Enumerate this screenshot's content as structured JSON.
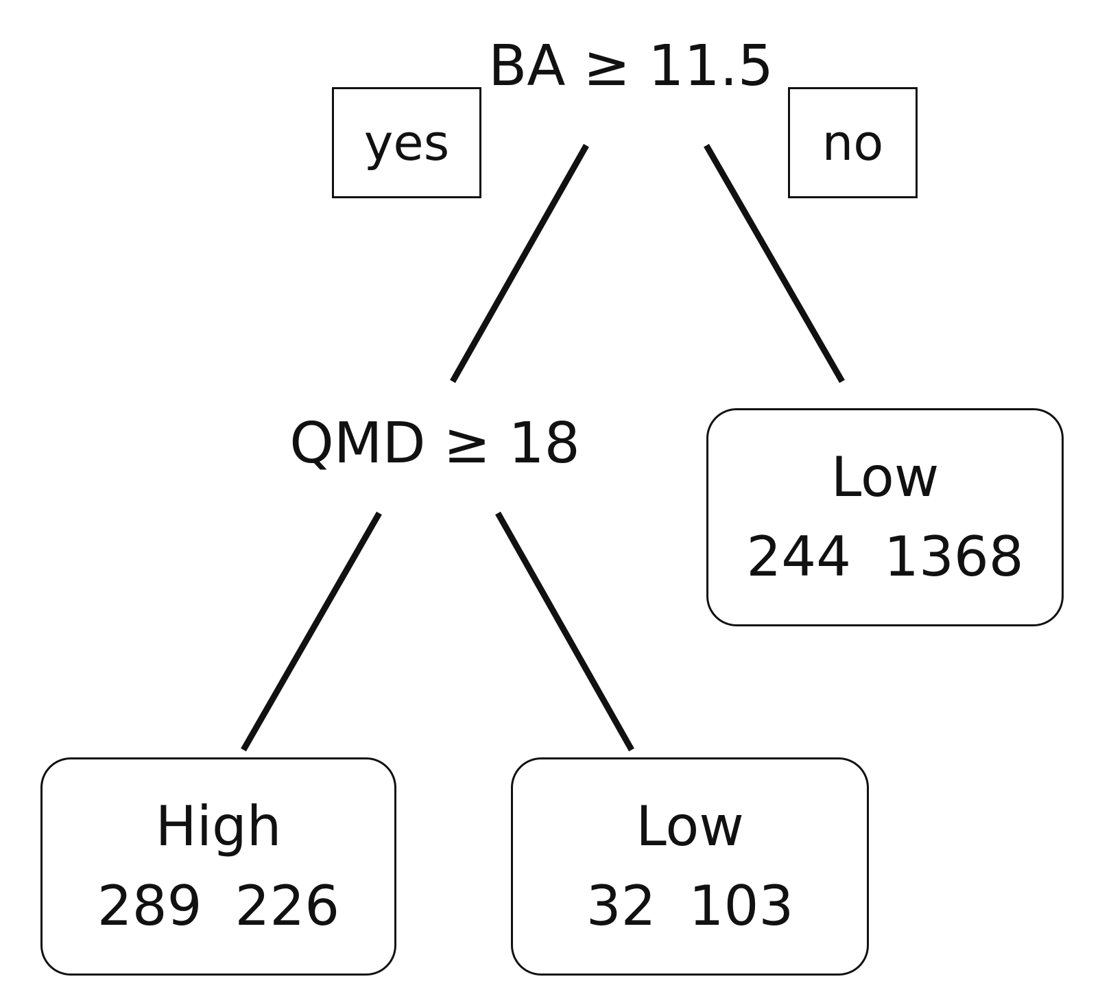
{
  "tree": {
    "root": {
      "condition": "BA ≥ 11.5",
      "yes_label": "yes",
      "no_label": "no"
    },
    "node_qmd": {
      "condition": "QMD ≥ 18"
    },
    "leaves": [
      {
        "class": "High",
        "counts": [
          "289",
          "226"
        ]
      },
      {
        "class": "Low",
        "counts": [
          "32",
          "103"
        ]
      },
      {
        "class": "Low",
        "counts": [
          "244",
          "1368"
        ]
      }
    ]
  },
  "colors": {
    "line": "#111111",
    "background": "#ffffff"
  }
}
